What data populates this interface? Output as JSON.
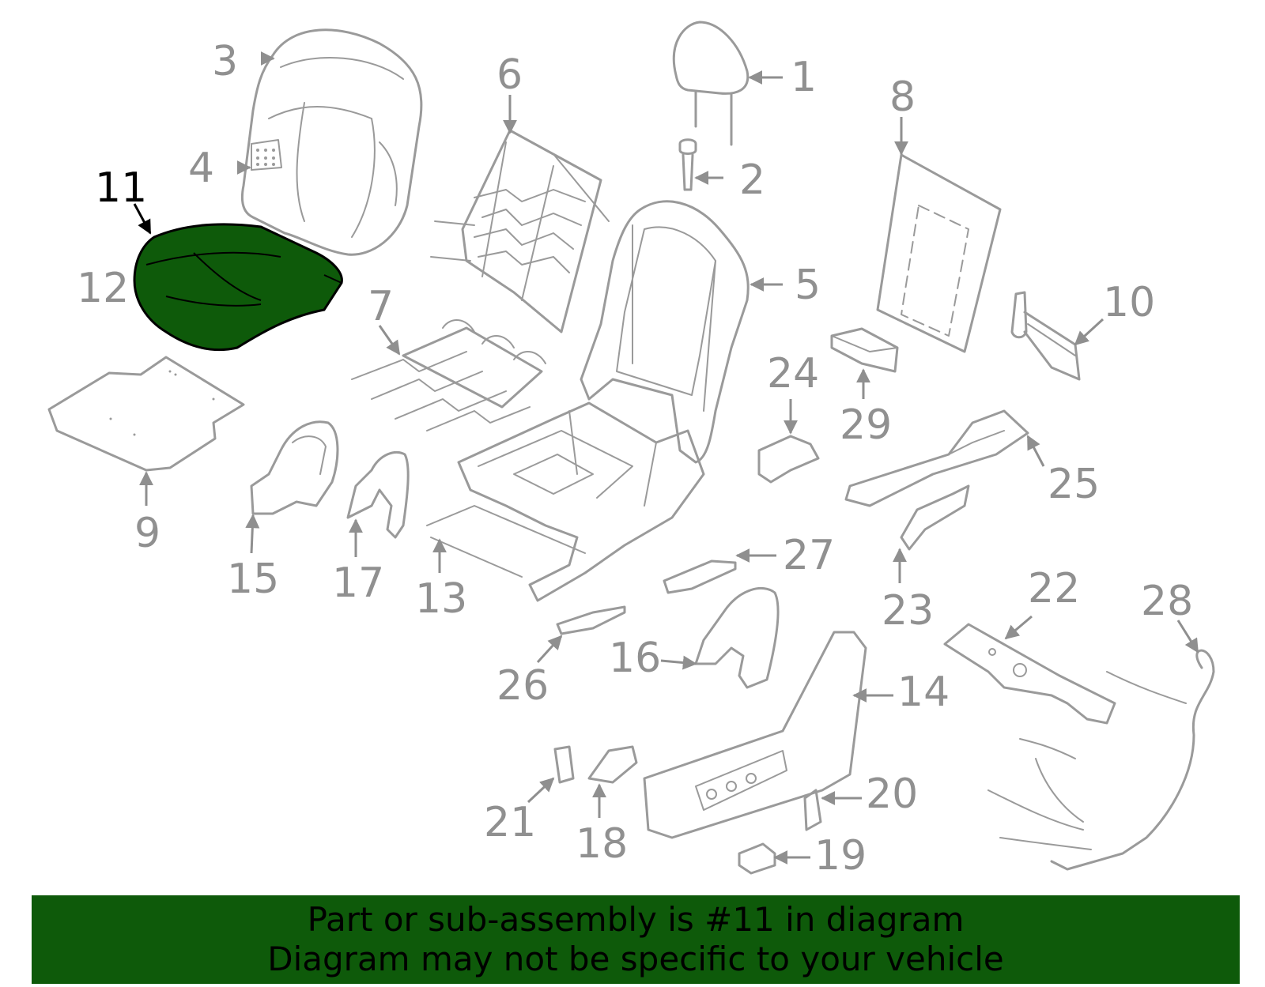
{
  "diagram": {
    "highlight_color": "#0e5a0a",
    "part_color": "#9a9a9a",
    "highlighted_part": "11",
    "callouts": {
      "c1": "1",
      "c2": "2",
      "c3": "3",
      "c4": "4",
      "c5": "5",
      "c6": "6",
      "c7": "7",
      "c8": "8",
      "c9": "9",
      "c10": "10",
      "c11": "11",
      "c12": "12",
      "c13": "13",
      "c14": "14",
      "c15": "15",
      "c16": "16",
      "c17": "17",
      "c18": "18",
      "c19": "19",
      "c20": "20",
      "c21": "21",
      "c22": "22",
      "c23": "23",
      "c24": "24",
      "c25": "25",
      "c26": "26",
      "c27": "27",
      "c28": "28",
      "c29": "29"
    }
  },
  "banner": {
    "line1": "Part or sub-assembly is #11 in diagram",
    "line2": "Diagram may not be specific to your vehicle"
  }
}
